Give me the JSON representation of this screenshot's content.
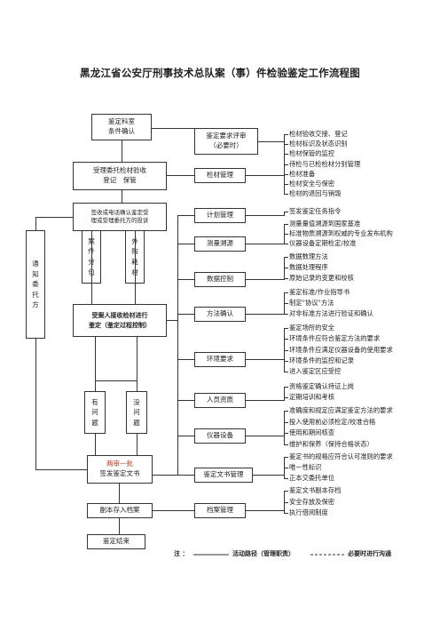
{
  "title": "黑龙江省公安厅刑事技术总队案（事）件检验鉴定工作流程图",
  "left_flow": {
    "reception": [
      "鉴定科室",
      "条件确认"
    ],
    "register": [
      "受理委托检材验收",
      "登记　保管"
    ],
    "sign": [
      "签收或电话确认鉴定受",
      "理或受理委托方的投诉"
    ],
    "notify": "通知委托方",
    "case_pack": "案件分包",
    "outsource": "外购耗材",
    "process": [
      "受案人接收检材进行",
      "鉴定（鉴定过程控制）"
    ],
    "has_issue": "有问题",
    "no_issue": "没问题",
    "review": "两审一批",
    "issue_doc": "签发鉴定文书",
    "archive": "副本存入档案",
    "end": "鉴定结束"
  },
  "middle_boxes": [
    {
      "id": "req-review",
      "lines": [
        "鉴定要求评审",
        "（必要时）"
      ]
    },
    {
      "id": "material",
      "lines": [
        "检材管理"
      ]
    },
    {
      "id": "plan",
      "lines": [
        "计划管理"
      ]
    },
    {
      "id": "trace",
      "lines": [
        "测量溯源"
      ]
    },
    {
      "id": "data",
      "lines": [
        "数据控制"
      ]
    },
    {
      "id": "method",
      "lines": [
        "方法确认"
      ]
    },
    {
      "id": "env",
      "lines": [
        "环境要求"
      ]
    },
    {
      "id": "staff",
      "lines": [
        "人员资质"
      ]
    },
    {
      "id": "equip",
      "lines": [
        "仪器设备"
      ]
    },
    {
      "id": "doc",
      "lines": [
        "鉴定文书管理"
      ]
    },
    {
      "id": "records",
      "lines": [
        "档案管理"
      ]
    }
  ],
  "right_groups": [
    {
      "id": "material",
      "items": [
        "检材验收交接、登记",
        "检材标识及状态识别",
        "检材保管的监控",
        "待检与已检检材分别管理",
        "检材准备",
        "检材安全与保密",
        "检材的退回与销毁"
      ]
    },
    {
      "id": "plan",
      "items": [
        "签发鉴定任务指令"
      ]
    },
    {
      "id": "trace",
      "items": [
        "测量量值溯源到国家基准",
        "标准物质溯源到权威的专业发布机构",
        "仪器设备定期检定/校准"
      ]
    },
    {
      "id": "data",
      "items": [
        "数据数理方法",
        "数据处理程序",
        "原始记录的变更和校核"
      ]
    },
    {
      "id": "method",
      "items": [
        "鉴定标准/作业指导书",
        "制定\"协议\"方法",
        "对非标准方法进行验证和确认"
      ]
    },
    {
      "id": "env",
      "items": [
        "鉴定场所的安全",
        "环境条件应符合鉴定方法的要求",
        "环境条件应满足仪器设备的使用要求",
        "环境条件的监控和记录",
        "进入鉴定区应受控"
      ]
    },
    {
      "id": "staff",
      "items": [
        "资格鉴定确认持证上岗",
        "定期培训和考核"
      ]
    },
    {
      "id": "equip",
      "items": [
        "准确度和规定应满足鉴定方法的要求",
        "投入使用前必须检定/校准合格",
        "使用和期间核查",
        "维护和保养（保持合格状态）"
      ]
    },
    {
      "id": "doc",
      "items": [
        "鉴定书的规格应符合认可准则的要求",
        "唯一性标识",
        "正本交委托单位"
      ]
    },
    {
      "id": "records",
      "items": [
        "鉴定文书副本存档",
        "安全存放及保密",
        "执行借阅制度"
      ]
    }
  ],
  "legend": {
    "note": "注 ：",
    "solid_line": "活动路径（管理职责）",
    "dashed_line": "必要时进行沟通"
  }
}
